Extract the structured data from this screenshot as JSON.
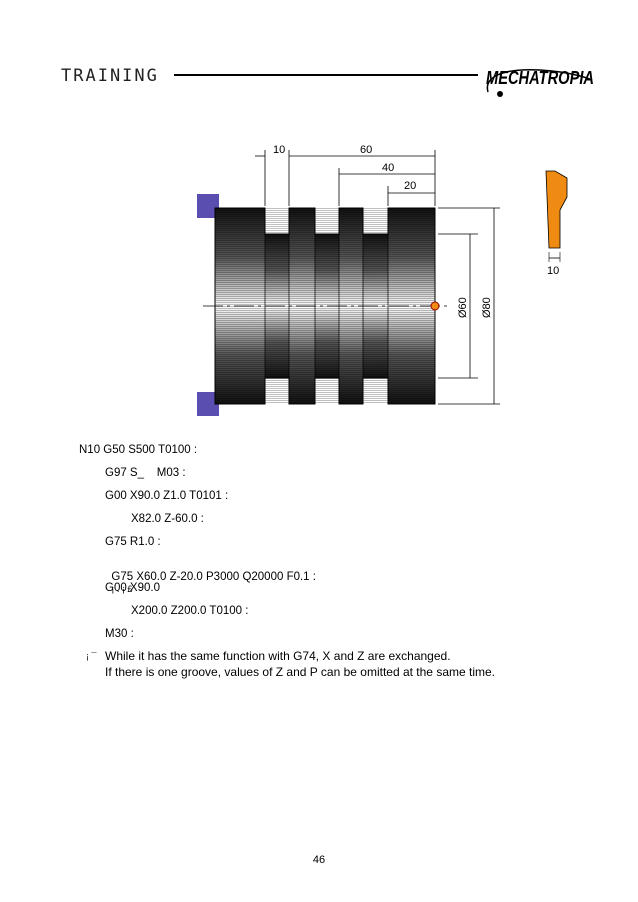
{
  "header": {
    "title": "TRAINING",
    "logo_text": "MECHATROPIA"
  },
  "drawing": {
    "dim_top_groove_width": "10",
    "dim_total_length": "60",
    "dim_40": "40",
    "dim_20": "20",
    "dim_dia_small": "Ø60",
    "dim_dia_large": "Ø80",
    "tool_width": "10",
    "colors": {
      "chuck": "#5a4fb0",
      "tool": "#ef8a12",
      "shaft_dark": "#1a1a1a",
      "shaft_light": "#ffffff"
    }
  },
  "program": {
    "lines": [
      "N10 G50 S500 T0100 :",
      "G97 S_    M03 :",
      "G00 X90.0 Z1.0 T0101 :",
      "X82.0 Z-60.0 :",
      "G75 R1.0 :",
      "G75 X60.0 Z-20.0 P3000 Q20000 F0.1 :",
      "G00 X90.0",
      "X200.0 Z200.0 T0100 :",
      "M30 :"
    ],
    "line6_suffix": "¡ . ¡ £"
  },
  "notes": {
    "marker": "¡ ¯",
    "line1": "While it has the same function with G74, X and Z are exchanged.",
    "line2": "If there is one groove, values of Z and P can be omitted at the same time."
  },
  "page_number": "46"
}
